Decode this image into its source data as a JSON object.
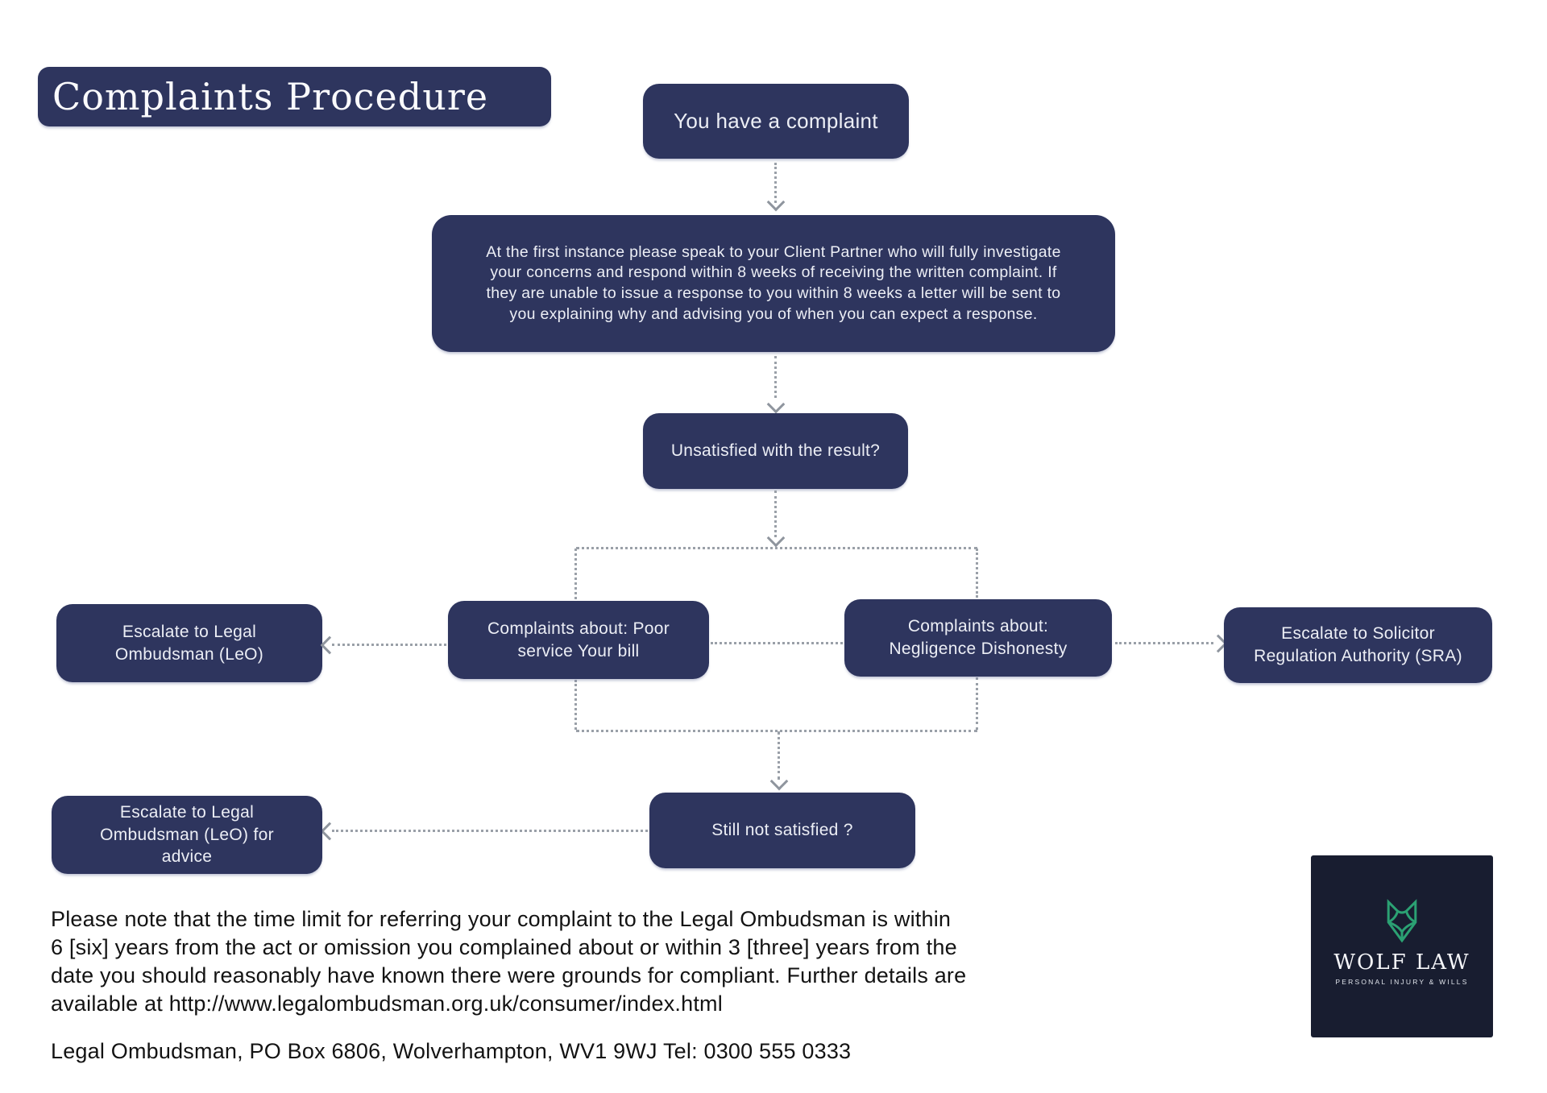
{
  "title": "Complaints Procedure",
  "flow": {
    "start": "You have a complaint",
    "first_instance": "At the first instance please speak to your Client Partner who will fully investigate your concerns and respond within 8 weeks of receiving the written complaint. If they are unable to issue a response to you within 8 weeks a letter will be sent to you explaining why and advising you of when you can expect a response.",
    "unsatisfied": "Unsatisfied with the result?",
    "escalate_leo": "Escalate to Legal Ombudsman (LeO)",
    "complaints_service": "Complaints about: Poor service Your bill",
    "complaints_negligence": "Complaints about: Negligence Dishonesty",
    "escalate_sra": "Escalate to Solicitor Regulation Authority (SRA)",
    "still_not_satisfied": "Still not satisfied ?",
    "escalate_leo_advice": "Escalate to Legal Ombudsman (LeO) for advice"
  },
  "note": {
    "line1": "Please note that the time limit for referring your complaint to the Legal Ombudsman is within",
    "line2": "6 [six] years from the act or omission you complained about or within 3 [three] years from the",
    "line3": "date you should reasonably have known there were grounds for compliant. Further details are",
    "line4": "available at http://www.legalombudsman.org.uk/consumer/index.html"
  },
  "contact": "Legal Ombudsman, PO Box 6806, Wolverhampton, WV1 9WJ Tel: 0300 555 0333",
  "logo": {
    "name": "WOLF LAW",
    "tagline": "PERSONAL INJURY & WILLS"
  },
  "colors": {
    "node_navy": "#2e355e",
    "logo_navy": "#181d30",
    "wolf_green": "#2ba173",
    "connector_gray": "#9aa0a8",
    "text_light": "#eceef5",
    "text_dark": "#131313"
  }
}
